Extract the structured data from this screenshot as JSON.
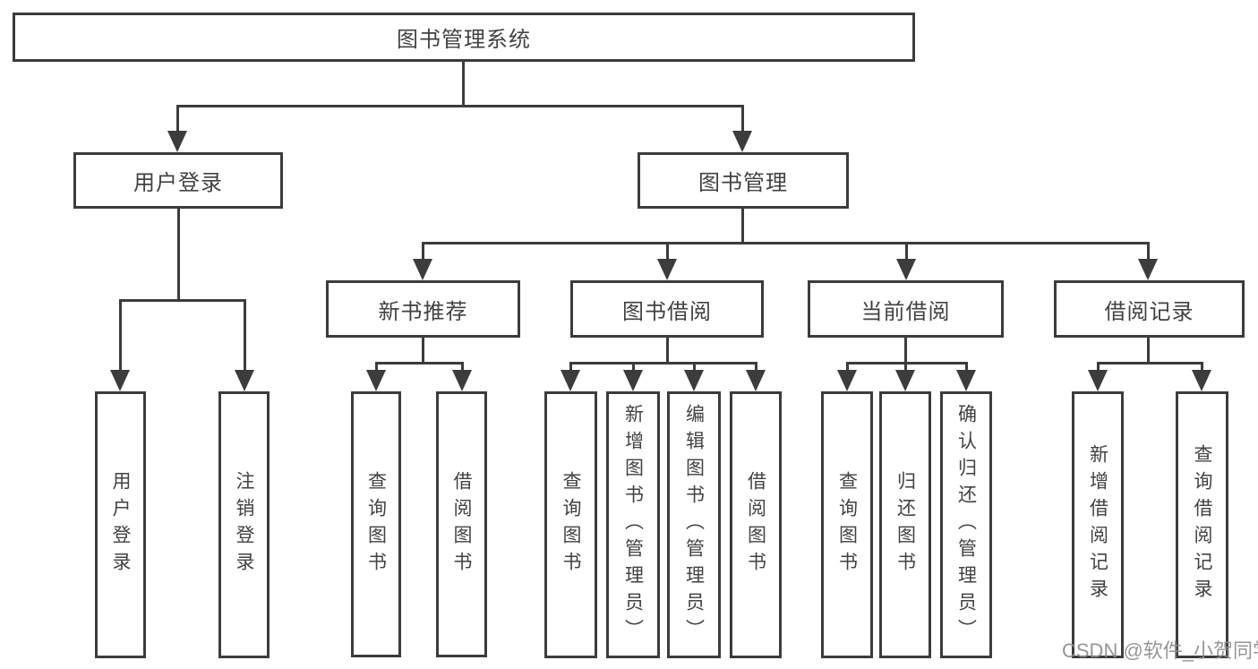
{
  "diagram": {
    "root": {
      "label": "图书管理系统"
    },
    "branches": [
      {
        "label": "用户登录",
        "children": [
          {
            "label": "用户登录"
          },
          {
            "label": "注销登录"
          }
        ]
      },
      {
        "label": "图书管理",
        "children": [
          {
            "label": "新书推荐",
            "children": [
              {
                "label": "查询图书"
              },
              {
                "label": "借阅图书"
              }
            ]
          },
          {
            "label": "图书借阅",
            "children": [
              {
                "label": "查询图书"
              },
              {
                "label": "新增图书（管理员）"
              },
              {
                "label": "编辑图书（管理员）"
              },
              {
                "label": "借阅图书"
              }
            ]
          },
          {
            "label": "当前借阅",
            "children": [
              {
                "label": "查询图书"
              },
              {
                "label": "归还图书"
              },
              {
                "label": "确认归还（管理员）"
              }
            ]
          },
          {
            "label": "借阅记录",
            "children": [
              {
                "label": "新增借阅记录"
              },
              {
                "label": "查询借阅记录"
              }
            ]
          }
        ]
      }
    ]
  },
  "watermark": {
    "text": "CSDN @软件_小贺同学"
  },
  "colors": {
    "line": "#3c3c3c",
    "text": "#424242",
    "background": "#ffffff",
    "watermark": "#8d8d8d"
  }
}
